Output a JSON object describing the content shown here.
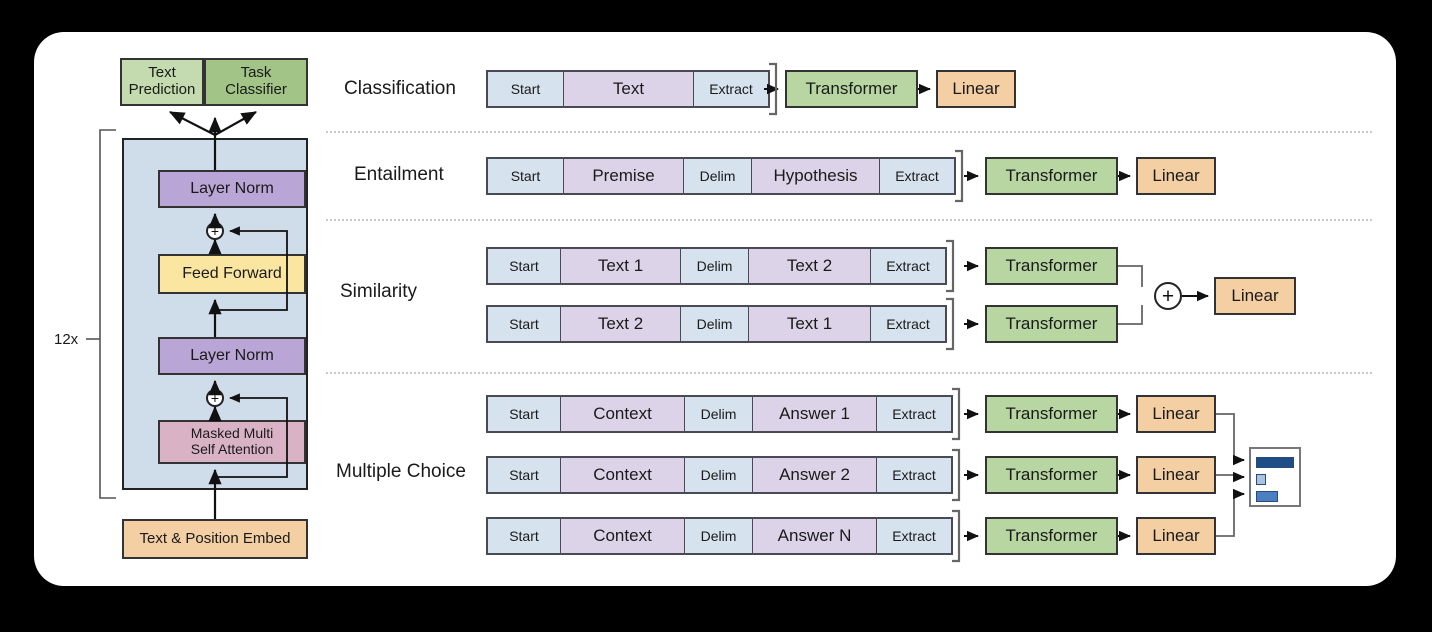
{
  "figure": {
    "title": "GPT Transformer architecture and task-specific input transformations",
    "repeat_label": "12x"
  },
  "colors": {
    "token_special": "#d7e2ef",
    "token_content": "#ddd3e8",
    "transformer": "#b8d6a2",
    "linear": "#f3cfa3",
    "layer_norm": "#b9a5d6",
    "feed_forward": "#fae6a0",
    "attention": "#d9b3c5",
    "block_bg": "#cfdcea",
    "text_prediction": "#c3dbae",
    "task_classifier": "#a2c487",
    "embed": "#f3cfa3",
    "bar_dark": "#1f4e87",
    "bar_mid": "#4a7fc1",
    "bar_light": "#a8c4e0",
    "separator": "#c9c9c9"
  },
  "left_panel": {
    "heads": [
      {
        "label": "Text\nPrediction",
        "line1": "Text",
        "line2": "Prediction"
      },
      {
        "label": "Task\nClassifier",
        "line1": "Task",
        "line2": "Classifier"
      }
    ],
    "block_stack": [
      {
        "name": "layer-norm-top",
        "label": "Layer Norm"
      },
      {
        "name": "feed-forward",
        "label": "Feed Forward"
      },
      {
        "name": "layer-norm-bottom",
        "label": "Layer Norm"
      },
      {
        "name": "masked-multi-self-attention",
        "line1": "Masked Multi",
        "line2": "Self Attention"
      }
    ],
    "embedding": {
      "label": "Text & Position Embed"
    },
    "residual_symbol": "+",
    "repeat": "12x"
  },
  "tasks": [
    {
      "name": "classification",
      "label": "Classification",
      "rows": [
        {
          "tokens": [
            {
              "text": "Start",
              "kind": "special",
              "w": 75
            },
            {
              "text": "Text",
              "kind": "content",
              "w": 130
            },
            {
              "text": "Extract",
              "kind": "special",
              "w": 75
            }
          ],
          "transformer": "Transformer",
          "linear": "Linear"
        }
      ]
    },
    {
      "name": "entailment",
      "label": "Entailment",
      "rows": [
        {
          "tokens": [
            {
              "text": "Start",
              "kind": "special",
              "w": 75
            },
            {
              "text": "Premise",
              "kind": "content",
              "w": 120
            },
            {
              "text": "Delim",
              "kind": "special",
              "w": 68
            },
            {
              "text": "Hypothesis",
              "kind": "content",
              "w": 128
            },
            {
              "text": "Extract",
              "kind": "special",
              "w": 75
            }
          ],
          "transformer": "Transformer",
          "linear": "Linear"
        }
      ]
    },
    {
      "name": "similarity",
      "label": "Similarity",
      "rows": [
        {
          "tokens": [
            {
              "text": "Start",
              "kind": "special",
              "w": 72
            },
            {
              "text": "Text 1",
              "kind": "content",
              "w": 120
            },
            {
              "text": "Delim",
              "kind": "special",
              "w": 68
            },
            {
              "text": "Text 2",
              "kind": "content",
              "w": 122
            },
            {
              "text": "Extract",
              "kind": "special",
              "w": 75
            }
          ],
          "transformer": "Transformer"
        },
        {
          "tokens": [
            {
              "text": "Start",
              "kind": "special",
              "w": 72
            },
            {
              "text": "Text 2",
              "kind": "content",
              "w": 120
            },
            {
              "text": "Delim",
              "kind": "special",
              "w": 68
            },
            {
              "text": "Text 1",
              "kind": "content",
              "w": 122
            },
            {
              "text": "Extract",
              "kind": "special",
              "w": 75
            }
          ],
          "transformer": "Transformer"
        }
      ],
      "merge_symbol": "+",
      "linear": "Linear"
    },
    {
      "name": "multiple-choice",
      "label": "Multiple Choice",
      "rows": [
        {
          "tokens": [
            {
              "text": "Start",
              "kind": "special",
              "w": 72
            },
            {
              "text": "Context",
              "kind": "content",
              "w": 124
            },
            {
              "text": "Delim",
              "kind": "special",
              "w": 68
            },
            {
              "text": "Answer 1",
              "kind": "content",
              "w": 124
            },
            {
              "text": "Extract",
              "kind": "special",
              "w": 75
            }
          ],
          "transformer": "Transformer",
          "linear": "Linear"
        },
        {
          "tokens": [
            {
              "text": "Start",
              "kind": "special",
              "w": 72
            },
            {
              "text": "Context",
              "kind": "content",
              "w": 124
            },
            {
              "text": "Delim",
              "kind": "special",
              "w": 68
            },
            {
              "text": "Answer 2",
              "kind": "content",
              "w": 124
            },
            {
              "text": "Extract",
              "kind": "special",
              "w": 75
            }
          ],
          "transformer": "Transformer",
          "linear": "Linear"
        },
        {
          "tokens": [
            {
              "text": "Start",
              "kind": "special",
              "w": 72
            },
            {
              "text": "Context",
              "kind": "content",
              "w": 124
            },
            {
              "text": "Delim",
              "kind": "special",
              "w": 68
            },
            {
              "text": "Answer N",
              "kind": "content",
              "w": 124
            },
            {
              "text": "Extract",
              "kind": "special",
              "w": 75
            }
          ],
          "transformer": "Transformer",
          "linear": "Linear"
        }
      ],
      "output_chart": {
        "type": "bar",
        "orientation": "horizontal",
        "values": [
          0.85,
          0.12,
          0.45
        ],
        "colors": [
          "#1f4e87",
          "#a8c4e0",
          "#4a7fc1"
        ]
      }
    }
  ]
}
